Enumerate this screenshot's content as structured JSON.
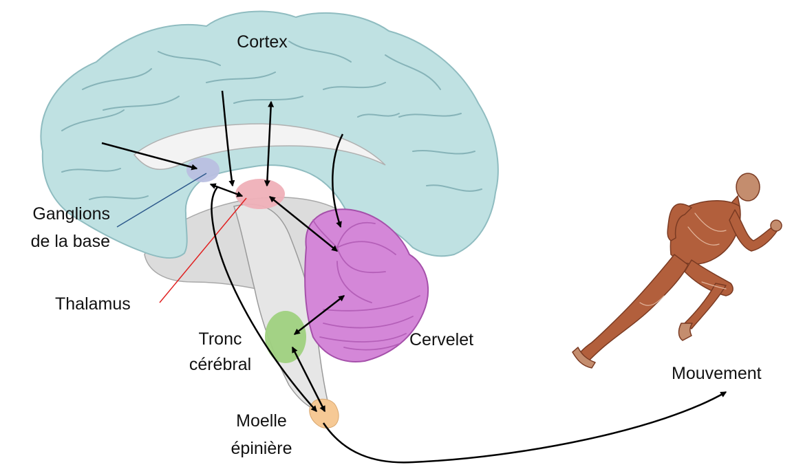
{
  "labels": {
    "cortex": "Cortex",
    "basal_ganglia_line1": "Ganglions",
    "basal_ganglia_line2": "de la base",
    "thalamus": "Thalamus",
    "brainstem_line1": "Tronc",
    "brainstem_line2": "cérébral",
    "cerebellum": "Cervelet",
    "spinal_cord_line1": "Moelle",
    "spinal_cord_line2": "épinière",
    "movement": "Mouvement"
  },
  "colors": {
    "cortex": "#bfe1e2",
    "cortex_outline": "#8fbcc0",
    "gyri_lines": "#86b3b8",
    "basal_ganglia": "#b9bfe0",
    "thalamus": "#efb0b8",
    "cerebellum": "#d487d8",
    "cerebellum_lines": "#b45fb8",
    "brainstem": "#9fd17f",
    "spinal_cord": "#f6c995",
    "deep_structures": "#dcdcdc",
    "ganglia_pointer": "#2e5a8c",
    "thalamus_pointer": "#e02020",
    "arrows": "#000000",
    "figure_muscle": "#b25f3c"
  },
  "icons": {
    "runner": "running-figure-icon",
    "brain": "brain-sagittal-section-icon"
  }
}
